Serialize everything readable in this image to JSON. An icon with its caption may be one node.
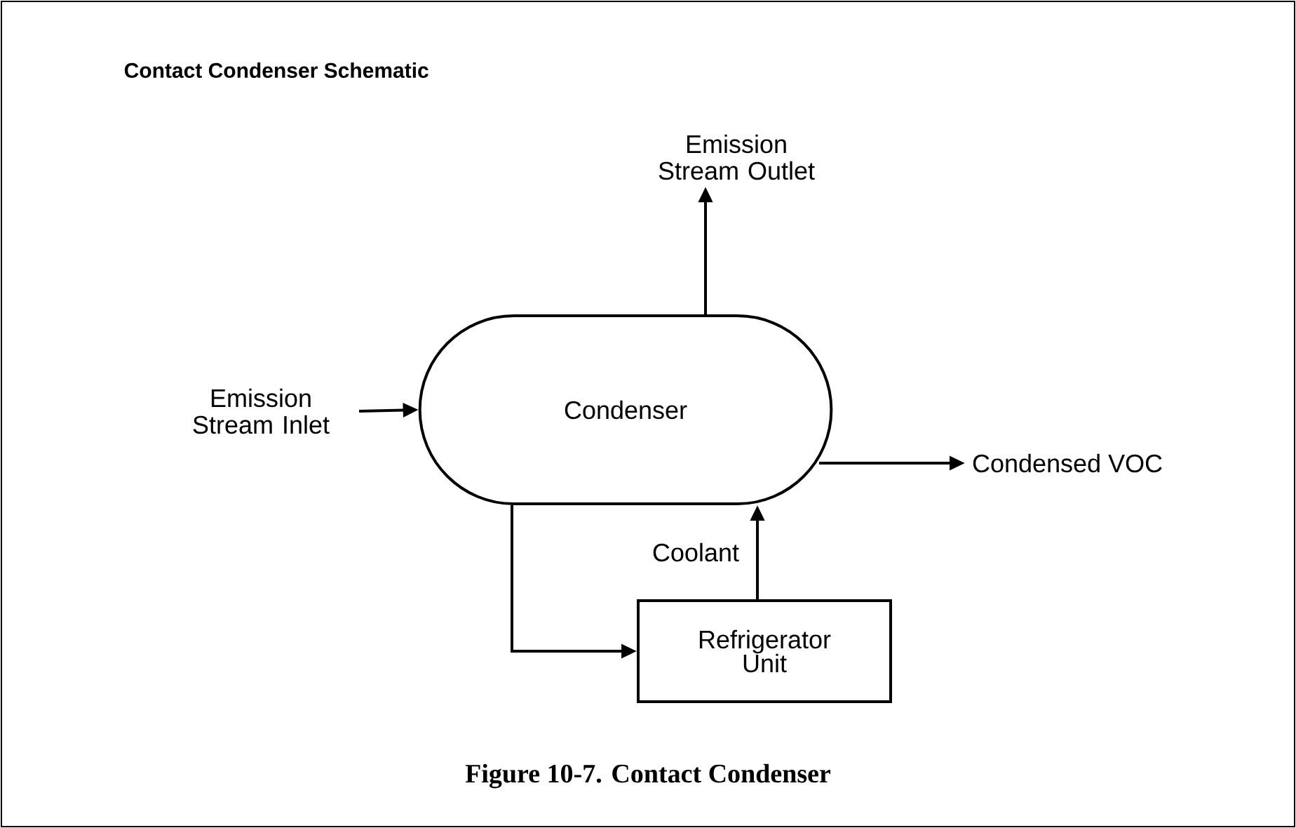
{
  "diagram": {
    "title": "Contact Condenser Schematic",
    "caption": "Figure 10-7.   Contact Condenser",
    "nodes": [
      {
        "text": [
          "Condenser"
        ]
      },
      {
        "text": [
          "Refrigerator Unit"
        ]
      },
      {
        "text": [
          "Emission Stream Inlet"
        ]
      },
      {
        "text": [
          "Emission Stream Outlet"
        ]
      },
      {
        "text": [
          "Condensed VOC"
        ]
      }
    ],
    "edges": [
      {
        "from": 2,
        "to": 0,
        "arrow": "to"
      },
      {
        "from": 0,
        "to": 3,
        "arrow": "to"
      },
      {
        "from": 0,
        "to": 4,
        "arrow": "to"
      },
      {
        "from": 0,
        "to": 1,
        "arrow": "to"
      },
      {
        "from": 1,
        "to": 0,
        "arrow": "to",
        "label": "Coolant"
      }
    ]
  }
}
